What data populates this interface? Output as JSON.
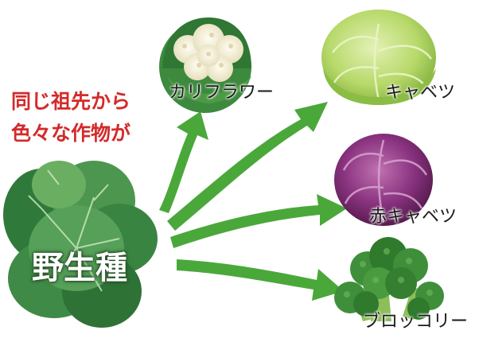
{
  "caption": {
    "line1": "同じ祖先から",
    "line2": "色々な作物が"
  },
  "source": {
    "label": "野生種"
  },
  "crops": [
    {
      "label": "カリフラワー"
    },
    {
      "label": "キャベツ"
    },
    {
      "label": "赤キャベツ"
    },
    {
      "label": "ブロッコリー"
    }
  ],
  "colors": {
    "caption": "#d42a2a",
    "arrow": "#4aa83a",
    "wild_leaves": "#3f8a46",
    "cauliflower": "#f3efd9",
    "cabbage": "#b8d96a",
    "red_cabbage": "#7a2a6e",
    "broccoli": "#3f8f3a"
  },
  "icons": [
    "wild-cabbage-icon",
    "cauliflower-icon",
    "cabbage-icon",
    "red-cabbage-icon",
    "broccoli-icon"
  ]
}
